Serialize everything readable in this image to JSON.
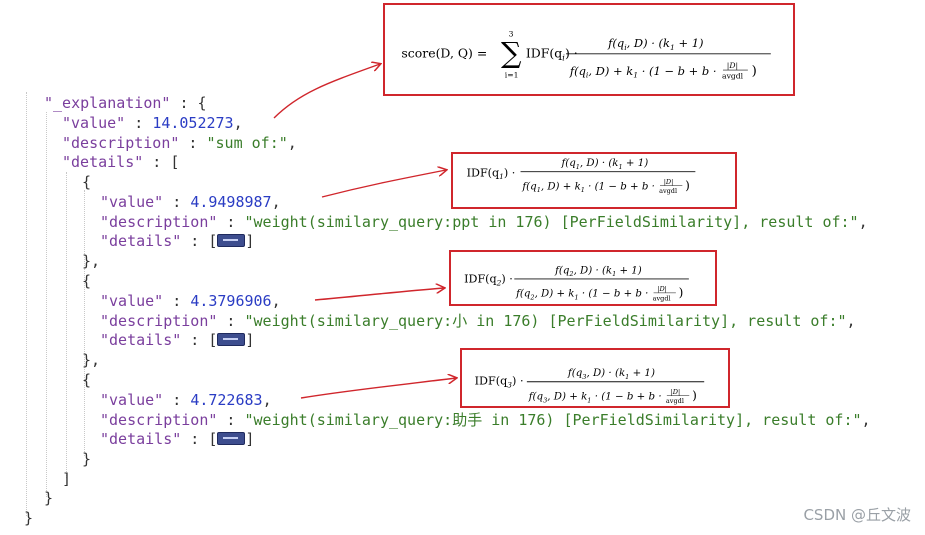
{
  "json_view": {
    "explanation_key": "\"_explanation\"",
    "value_key": "\"value\"",
    "description_key": "\"description\"",
    "details_key": "\"details\"",
    "root_value": "14.052273",
    "root_description": "\"sum of:\"",
    "details": [
      {
        "value": "4.9498987",
        "description": "\"weight(similary_query:ppt in 176) [PerFieldSimilarity], result of:\""
      },
      {
        "value": "4.3796906",
        "description": "\"weight(similary_query:小 in 176) [PerFieldSimilarity], result of:\""
      },
      {
        "value": "4.722683",
        "description": "\"weight(similary_query:助手 in 176) [PerFieldSimilarity], result of:\""
      }
    ]
  },
  "formulas": {
    "main": {
      "lhs": "score(D, Q) =",
      "sum_top": "3",
      "sum_bottom": "i=1",
      "idf": "IDF(q",
      "idf_sub": "i",
      "numerator": "f(q_i, D) · (k_1 + 1)",
      "denominator": "f(q_i, D) + k_1 · (1 − b + b · |D|/avgdl)"
    },
    "q1": {
      "idf": "IDF(q",
      "idf_sub": "1",
      "numerator": "f(q_1, D) · (k_1 + 1)",
      "denominator": "f(q_1, D) + k_1 · (1 − b + b · |D|/avgdl)"
    },
    "q2": {
      "idf": "IDF(q",
      "idf_sub": "2",
      "numerator": "f(q_2, D) · (k_1 + 1)",
      "denominator": "f(q_2, D) + k_1 · (1 − b + b · |D|/avgdl)"
    },
    "q3": {
      "idf": "IDF(q",
      "idf_sub": "3",
      "numerator": "f(q_3, D) · (k_1 + 1)",
      "denominator": "f(q_3, D) + k_1 · (1 − b + b · |D|/avgdl)"
    }
  },
  "watermark": "CSDN @丘文波",
  "colors": {
    "annotation_red": "#d0262c",
    "number_blue": "#2a3cc4",
    "string_green": "#3a7d2a",
    "key_purple": "#7a3e9d"
  }
}
